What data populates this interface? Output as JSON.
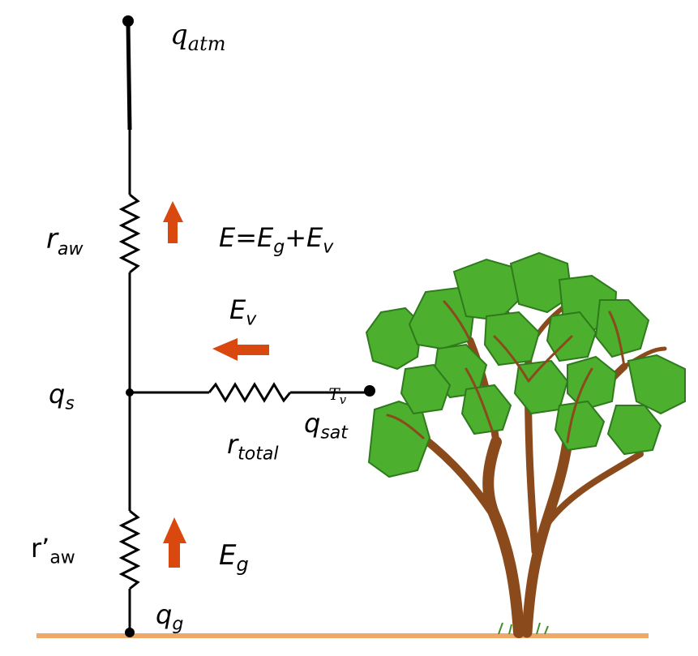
{
  "labels": {
    "q_atm": {
      "base": "q",
      "sub": "atm"
    },
    "r_aw": {
      "base": "r",
      "sub": "aw"
    },
    "E_total": {
      "lhs": "E=E",
      "sub1": "g",
      "mid": "+E",
      "sub2": "v"
    },
    "E_v": {
      "base": "E",
      "sub": "v"
    },
    "q_s": {
      "base": "q",
      "sub": "s"
    },
    "r_total": {
      "base": "r",
      "sub": "total"
    },
    "q_sat": {
      "base": "q",
      "sub": "sat",
      "sup": "T",
      "sup_sub": "v"
    },
    "r_prime_aw": {
      "base": "r’",
      "sub": "aw"
    },
    "E_g": {
      "base": "E",
      "sub": "g"
    },
    "q_g": {
      "base": "q",
      "sub": "g"
    }
  },
  "colors": {
    "wire": "#000000",
    "arrow": "#d9480f",
    "ground": "#f0a868",
    "leaf": "#4caf2e",
    "leaf_edge": "#2e7a1c",
    "trunk": "#8b4a1c"
  }
}
